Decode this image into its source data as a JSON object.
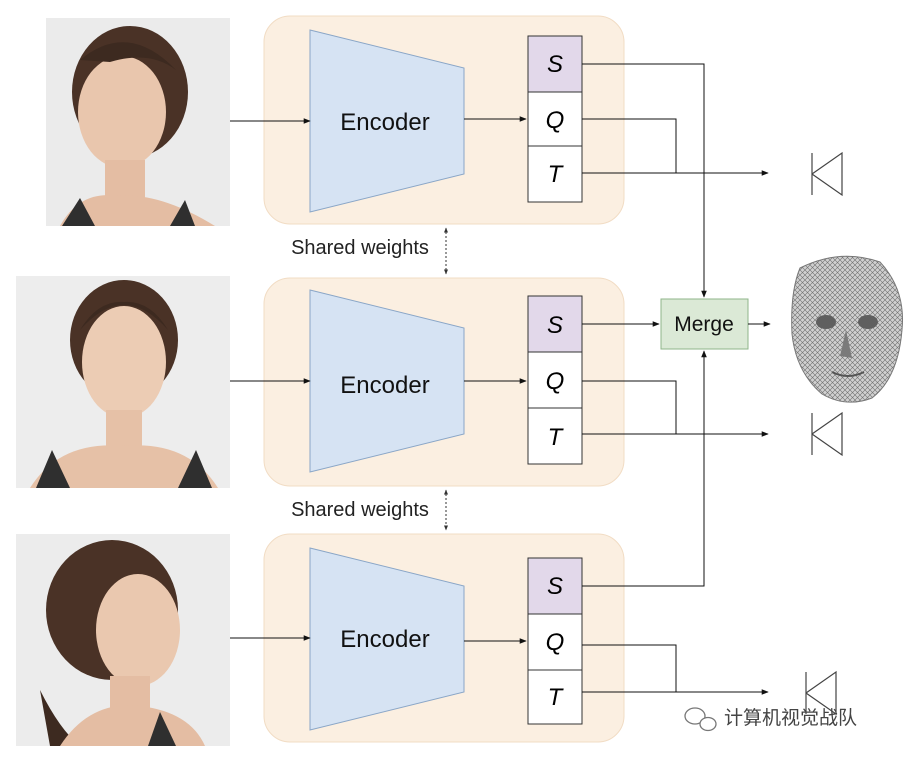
{
  "branches": [
    {
      "encoder_label": "Encoder",
      "outputs": [
        "S",
        "Q",
        "T"
      ]
    },
    {
      "encoder_label": "Encoder",
      "outputs": [
        "S",
        "Q",
        "T"
      ]
    },
    {
      "encoder_label": "Encoder",
      "outputs": [
        "S",
        "Q",
        "T"
      ]
    }
  ],
  "shared_weights": [
    "Shared weights",
    "Shared weights"
  ],
  "merge": {
    "label": "Merge"
  },
  "watermark": {
    "text": "计算机视觉战队",
    "icon": "wechat-icon"
  },
  "colors": {
    "panel_fill": "#fbefe1",
    "encoder_fill": "#d6e3f3",
    "s_fill": "#e2d8ea",
    "merge_fill": "#dbe9d6",
    "merge_stroke": "#8fb58a",
    "photo_background": "#ececec",
    "hair": "#4a3226",
    "skin": "#e9c6ad",
    "mesh": "#8c8c8c"
  }
}
